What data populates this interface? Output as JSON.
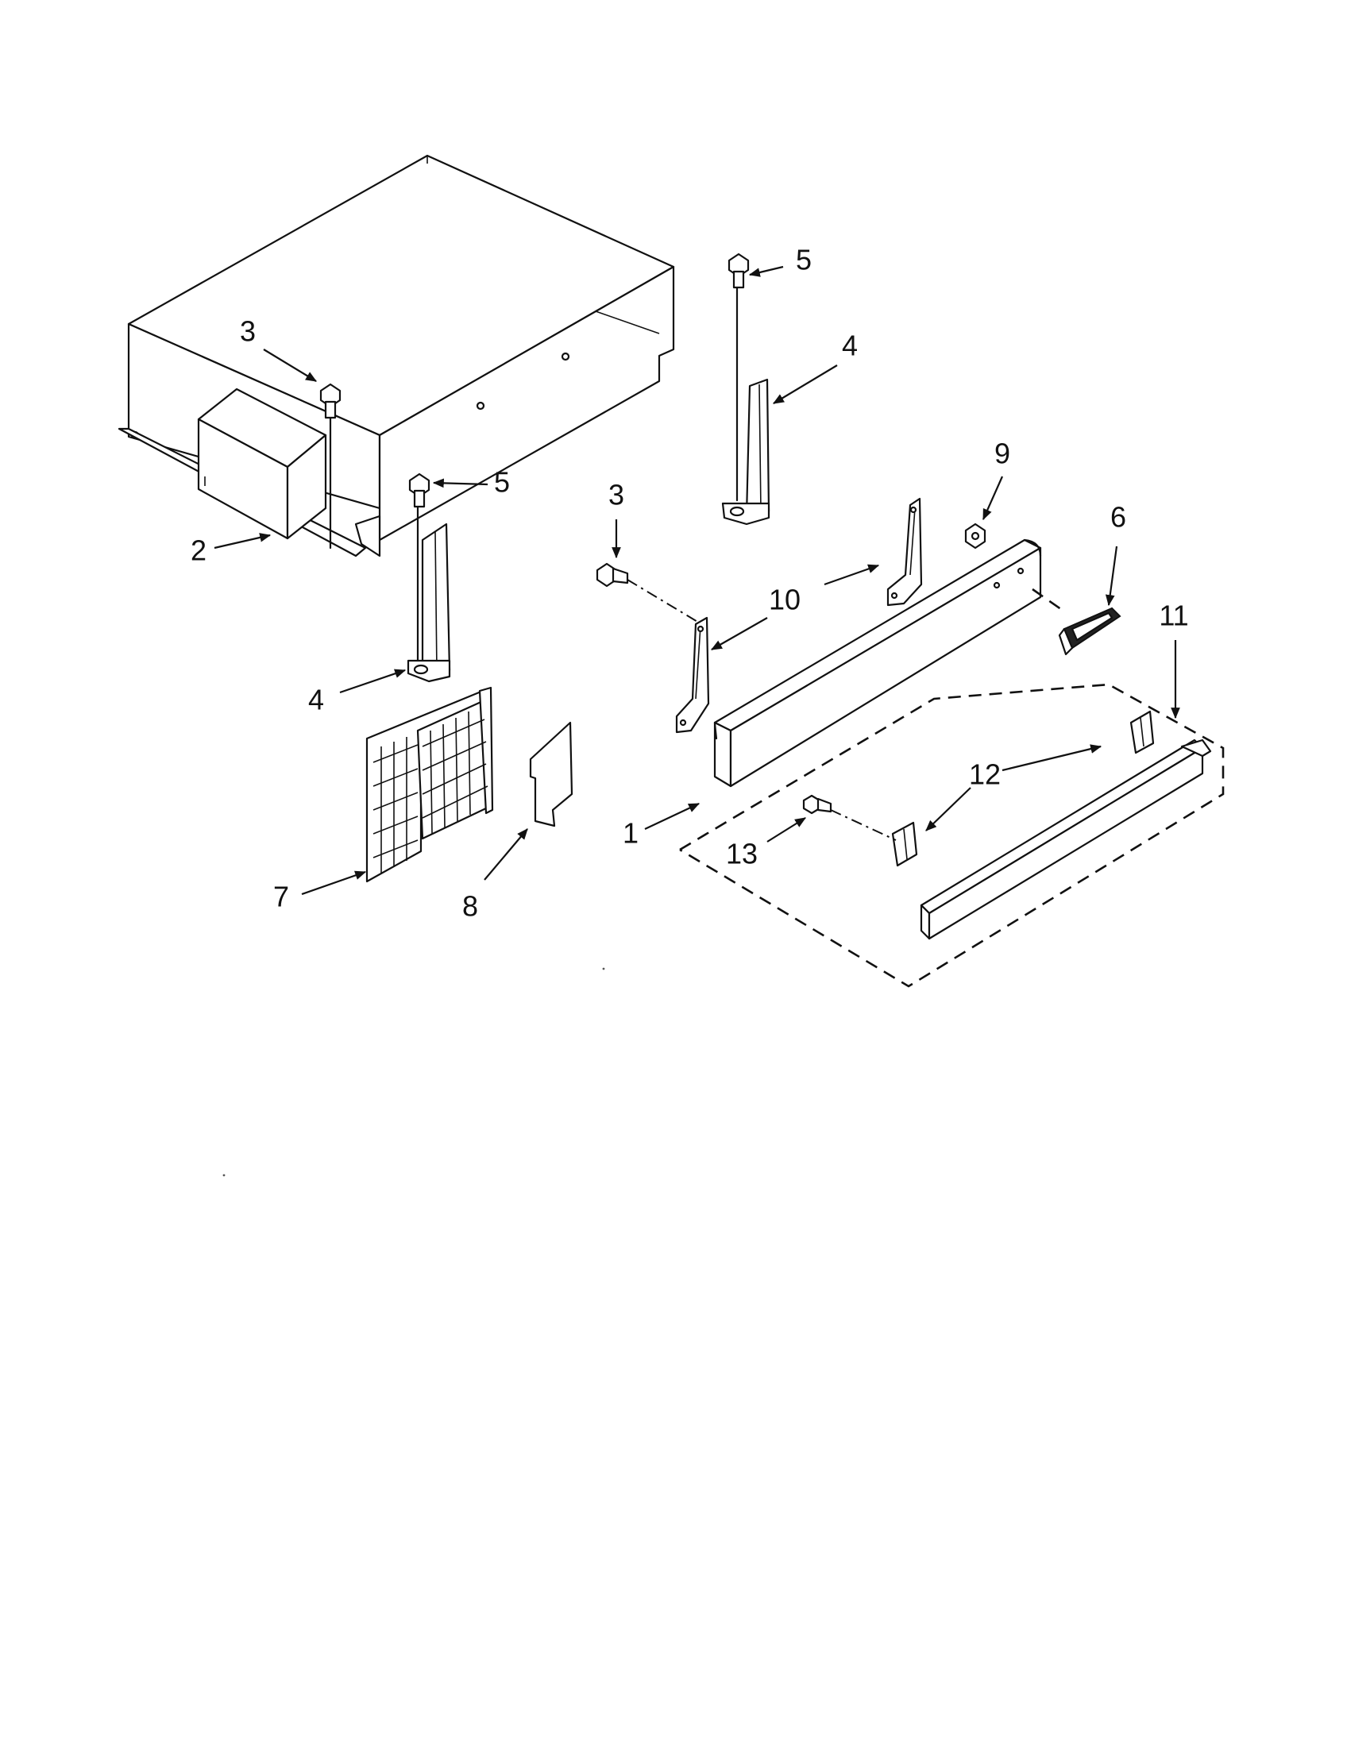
{
  "callouts": {
    "c1": "1",
    "c2": "2",
    "c3a": "3",
    "c3b": "3",
    "c4a": "4",
    "c4b": "4",
    "c5a": "5",
    "c5b": "5",
    "c6": "6",
    "c7": "7",
    "c8": "8",
    "c9": "9",
    "c10": "10",
    "c11": "11",
    "c12": "12",
    "c13": "13"
  },
  "colors": {
    "line": "#111111",
    "background": "#ffffff"
  }
}
